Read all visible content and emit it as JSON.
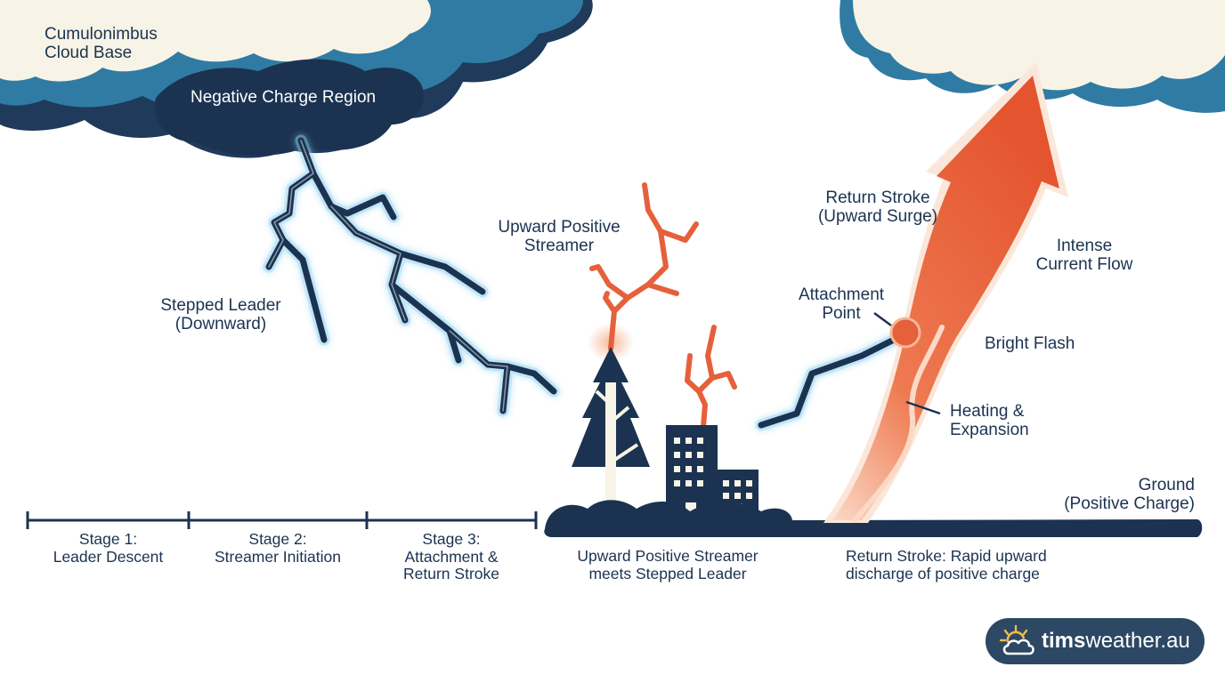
{
  "labels": {
    "cloud_base": [
      "Cumulonimbus",
      "Cloud Base"
    ],
    "negative_region": "Negative Charge Region",
    "stepped_leader": [
      "Stepped Leader",
      "(Downward)"
    ],
    "upward_streamer": [
      "Upward Positive",
      "Streamer"
    ],
    "return_stroke": [
      "Return Stroke",
      "(Upward Surge)"
    ],
    "intense_current": [
      "Intense",
      "Current Flow"
    ],
    "attachment_point": [
      "Attachment",
      "Point"
    ],
    "bright_flash": "Bright Flash",
    "heating_expansion": [
      "Heating &",
      "Expansion"
    ],
    "ground": [
      "Ground",
      "(Positive Charge)"
    ]
  },
  "timeline": {
    "stages": [
      {
        "lines": [
          "Stage 1:",
          "Leader Descent"
        ]
      },
      {
        "lines": [
          "Stage 2:",
          "Streamer Initiation"
        ]
      },
      {
        "lines": [
          "Stage 3:",
          "Attachment &",
          "Return Stroke"
        ]
      }
    ]
  },
  "captions": {
    "meets": [
      "Upward Positive Streamer",
      "meets Stepped Leader"
    ],
    "return_discharge": [
      "Return Stroke: Rapid upward",
      "discharge of positive charge"
    ]
  },
  "brand": {
    "icon": "sun-cloud-icon",
    "bold": "tims",
    "rest": "weather.au"
  },
  "colors": {
    "navy": "#1b3350",
    "cloud_blue": "#2f7ba3",
    "cloud_cream": "#f7f3e6",
    "lightning_orange": "#e5603b",
    "glow_blue": "#8fd0ef",
    "brand_bg": "#2c4864"
  }
}
